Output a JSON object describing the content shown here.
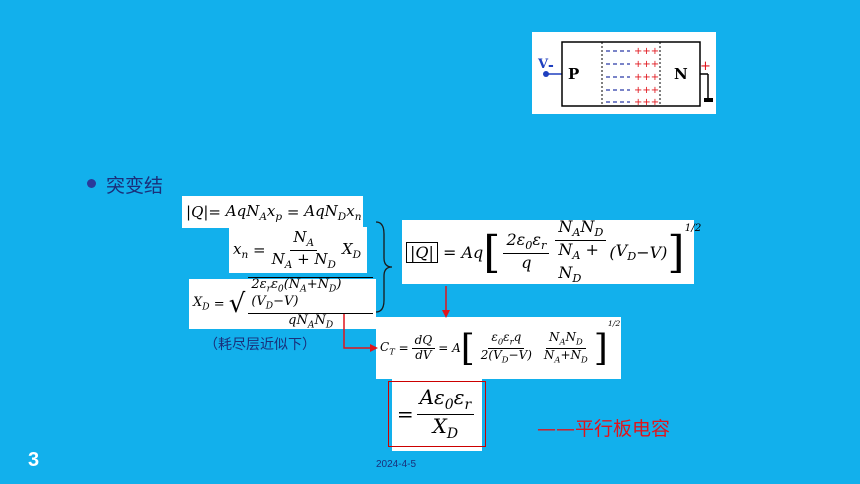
{
  "diagram": {
    "voltage_label": "V",
    "minus_sign": "-",
    "plus_sign": "+",
    "p_label": "P",
    "n_label": "N",
    "neg_charges": "- - -",
    "pos_charges": "+++"
  },
  "bullet": {
    "text": "突变结"
  },
  "equations": {
    "charge": "|Q|= AqN_A x_p = AqN_D x_n",
    "xn": "x_n = N_A / (N_A + N_D) · X_D",
    "xd": "X_D = sqrt(2ε_rε_0(N_A+N_D)(V_D−V) / qN_AN_D)",
    "q_total": "|Q| = Aq[2ε_0ε_r/q · N_AN_D/(N_A+N_D) · (V_D−V)]^(1/2)",
    "ct": "C_T = dQ/dV = A[ε_0ε_r q / 2(V_D−V) · N_AN_D/(N_A+N_D)]^(1/2)",
    "final": "= Aε_0ε_r / X_D"
  },
  "note": "（耗尽层近似下）",
  "parallel_label": "——平行板电容",
  "page_number": "3",
  "date": "2024-4-5",
  "colors": {
    "background": "#12b0ec",
    "accent_red": "#e0141b",
    "text_dark": "#1a2f7a"
  }
}
